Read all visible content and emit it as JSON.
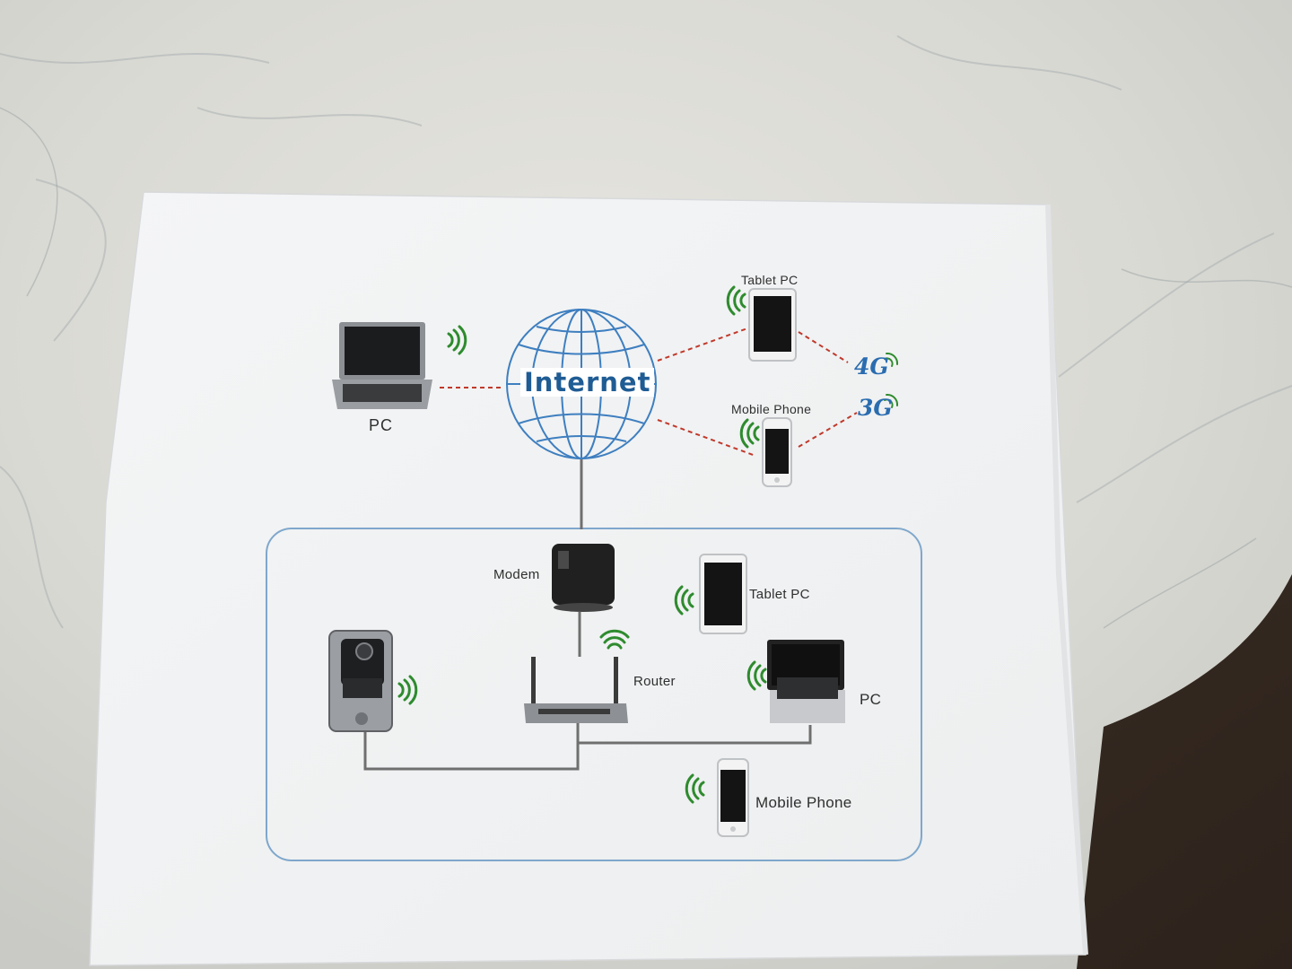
{
  "box": {
    "internet_label": "Internet",
    "top": {
      "pc_label": "PC",
      "tablet_label": "Tablet  PC",
      "mobile_label": "Mobile Phone",
      "net_4g": "4G",
      "net_3g": "3G"
    },
    "lan": {
      "modem_label": "Modem",
      "router_label": "Router",
      "tablet_label": "Tablet  PC",
      "pc_label": "PC",
      "mobile_label": "Mobile Phone"
    }
  },
  "colors": {
    "globe_blue": "#3e7fc0",
    "text_blue": "#1f5c94",
    "cellular_blue": "#2a6cb0",
    "dashed_red": "#c0392b",
    "wifi_green": "#2e8b2e",
    "lan_border": "#7fa7cc",
    "box_white": "#f6f7f8"
  }
}
